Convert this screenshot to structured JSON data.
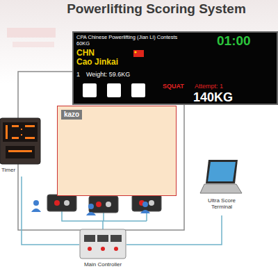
{
  "diagram": {
    "title": "Powerlifting Scoring System",
    "nodes": [
      {
        "text": [
          "CPA Chinese Powerlifting (Jian Li) Contests",
          "60KG",
          "01:00",
          "CHN",
          "Cao Jinkai",
          "1",
          "Weight: 59.6KG",
          "SQUAT",
          "Attempt: 1",
          "140KG"
        ]
      },
      {
        "text": [
          "Timer"
        ]
      },
      {
        "text": [
          "kazo"
        ]
      },
      {
        "text": [
          "Ultra Score Terminal"
        ]
      },
      {
        "text": [
          "Main Controller"
        ]
      }
    ],
    "edges": [
      {
        "from": 1,
        "to": 4,
        "arrow": "none"
      },
      {
        "from": 3,
        "to": 4,
        "arrow": "none"
      }
    ]
  }
}
